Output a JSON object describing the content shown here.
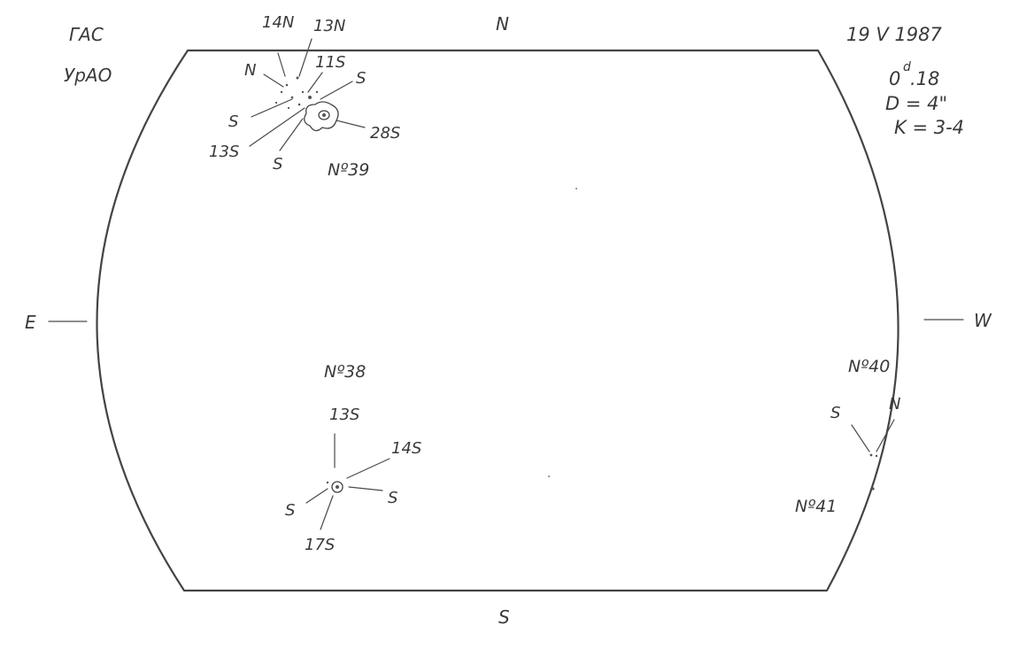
{
  "observatory": {
    "line1": "ГАС",
    "line2": "УрАО"
  },
  "observation": {
    "date": "19  V  1987",
    "time_value": "0",
    "time_superscript": "d",
    "time_fraction": ".18",
    "diameter": "D = 4\"",
    "k_index": "K = 3-4"
  },
  "directions": {
    "north": "N",
    "south": "S",
    "east": "E",
    "west": "W"
  },
  "groups": [
    {
      "id": "39",
      "label": "Nº39",
      "spot_labels": [
        "14N",
        "13N",
        "N",
        "11S",
        "S",
        "S",
        "28S",
        "13S",
        "S"
      ]
    },
    {
      "id": "38",
      "label": "Nº38",
      "spot_labels": [
        "13S",
        "14S",
        "S",
        "S",
        "17S"
      ]
    },
    {
      "id": "40",
      "label": "Nº40",
      "spot_labels": [
        "S",
        "N"
      ]
    },
    {
      "id": "41",
      "label": "Nº41",
      "spot_labels": []
    }
  ]
}
